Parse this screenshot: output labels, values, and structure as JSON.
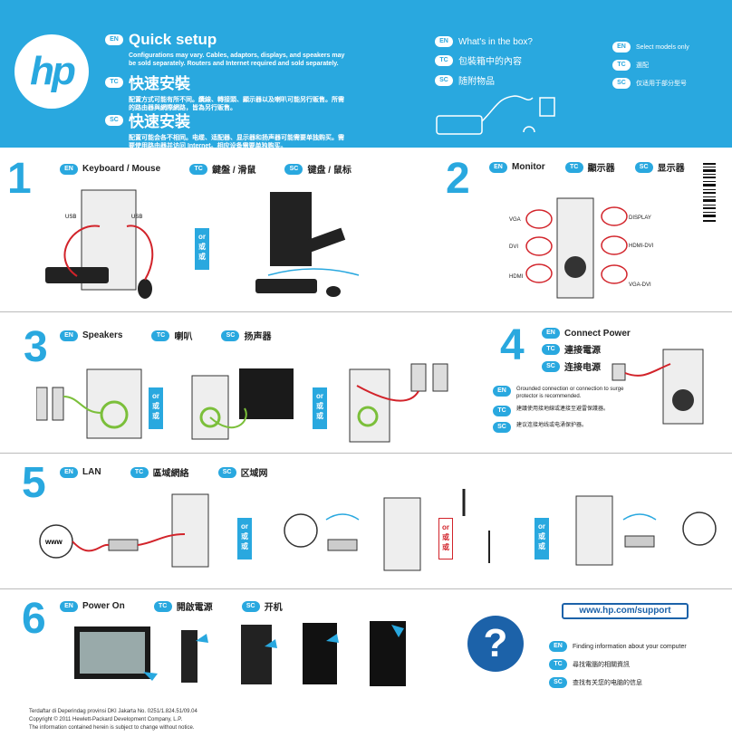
{
  "header": {
    "logo": "hp",
    "en": {
      "tag": "EN",
      "title": "Quick setup",
      "text": "Configurations may vary. Cables, adaptors, displays, and speakers may be sold separately. Routers and Internet required and sold separately."
    },
    "tc": {
      "tag": "TC",
      "title": "快速安裝",
      "text": "配置方式可能有所不同。纜線、轉接頭、顯示器以及喇叭可能另行販售。所需的路由器與網際網路，皆為另行販售。"
    },
    "sc": {
      "tag": "SC",
      "title": "快速安装",
      "text": "配置可能会各不相同。电缆、适配器、显示器和扬声器可能需要单独购买。需要使用路由器并访问 Internet。相应设备需要单独购买。"
    },
    "box": [
      {
        "tag": "EN",
        "text": "What's in the box?"
      },
      {
        "tag": "TC",
        "text": "包裝箱中的內容"
      },
      {
        "tag": "SC",
        "text": "随附物品"
      }
    ],
    "select": [
      {
        "tag": "EN",
        "text": "Select models only"
      },
      {
        "tag": "TC",
        "text": "選配"
      },
      {
        "tag": "SC",
        "text": "仅适用于部分型号"
      }
    ]
  },
  "steps": {
    "s1": {
      "num": "1",
      "items": [
        {
          "tag": "EN",
          "text": "Keyboard / Mouse"
        },
        {
          "tag": "TC",
          "text": "鍵盤 / 滑鼠"
        },
        {
          "tag": "SC",
          "text": "键盘 / 鼠标"
        }
      ],
      "usb1": "USB",
      "usb2": "USB",
      "or_en": "or",
      "or_tc": "或",
      "or_sc": "或"
    },
    "s2": {
      "num": "2",
      "items": [
        {
          "tag": "EN",
          "text": "Monitor"
        },
        {
          "tag": "TC",
          "text": "顯示器"
        },
        {
          "tag": "SC",
          "text": "显示器"
        }
      ],
      "labels": [
        "VGA",
        "DVI",
        "HDMI",
        "DISPLAY",
        "HDMI-DVI",
        "VGA-DVI"
      ]
    },
    "s3": {
      "num": "3",
      "items": [
        {
          "tag": "EN",
          "text": "Speakers"
        },
        {
          "tag": "TC",
          "text": "喇叭"
        },
        {
          "tag": "SC",
          "text": "扬声器"
        }
      ],
      "or_en": "or",
      "or_tc": "或",
      "or_sc": "或"
    },
    "s4": {
      "num": "4",
      "items": [
        {
          "tag": "EN",
          "text": "Connect Power"
        },
        {
          "tag": "TC",
          "text": "連接電源"
        },
        {
          "tag": "SC",
          "text": "连接电源"
        }
      ],
      "notes": [
        {
          "tag": "EN",
          "text": "Grounded connection or connection to surge protector is recommended."
        },
        {
          "tag": "TC",
          "text": "建議使用接地線或連接至避雷保護器。"
        },
        {
          "tag": "SC",
          "text": "建议连接地线或电涌保护器。"
        }
      ]
    },
    "s5": {
      "num": "5",
      "items": [
        {
          "tag": "EN",
          "text": "LAN"
        },
        {
          "tag": "TC",
          "text": "區域網絡"
        },
        {
          "tag": "SC",
          "text": "区域网"
        }
      ],
      "or_en": "or",
      "or_tc": "或",
      "or_sc": "或",
      "www": "www"
    },
    "s6": {
      "num": "6",
      "items": [
        {
          "tag": "EN",
          "text": "Power On"
        },
        {
          "tag": "TC",
          "text": "開啟電源"
        },
        {
          "tag": "SC",
          "text": "开机"
        }
      ]
    }
  },
  "support": {
    "url": "www.hp.com/support",
    "q": "?",
    "help": [
      {
        "tag": "EN",
        "text": "Finding information about your computer"
      },
      {
        "tag": "TC",
        "text": "尋找電腦的相關資訊"
      },
      {
        "tag": "SC",
        "text": "查找有关您的电脑的信息"
      }
    ]
  },
  "footer": {
    "l1": "Terdaftar di Deperindag provinsi DKI Jakarta No. 0251/1.824.51/09.04",
    "l2": "Copyright © 2011 Hewlett-Packard Development Company, L.P.",
    "l3": "The information contained herein is subject to change without notice."
  },
  "colors": {
    "accent": "#29a8df",
    "cable": "#d2232a",
    "dark": "#1c62a9"
  }
}
